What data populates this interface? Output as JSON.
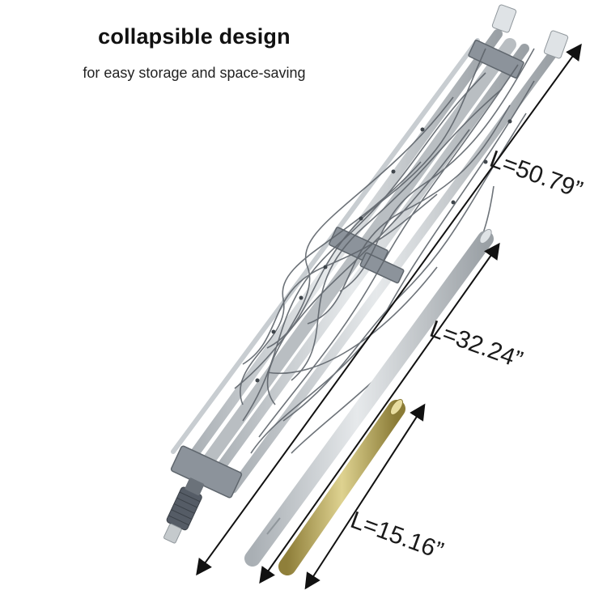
{
  "headline": "collapsible design",
  "subline": "for easy storage and space-saving",
  "dimensions": {
    "full_length": "L=50.79”",
    "middle_section": "L=32.24”",
    "mast_section": "L=15.16”"
  },
  "colors": {
    "aluminum": "#cfd3d6",
    "aluminum_shadow": "#9aa0a5",
    "brass_mast": "#b8a85a",
    "grip": "#555c66",
    "wire": "#5e646b",
    "arrow": "#111111"
  }
}
